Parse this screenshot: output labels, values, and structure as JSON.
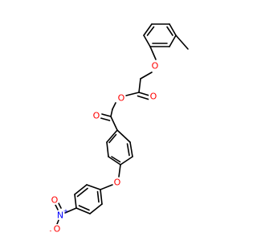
{
  "molecule": {
    "colors": {
      "bond": "#000000",
      "oxygen": "#ff0000",
      "nitrogen": "#0000ff"
    },
    "atoms": {
      "o_ether_top": {
        "text": "O",
        "element": "oxygen"
      },
      "o_carbonyl_ester": {
        "text": "O",
        "element": "oxygen"
      },
      "o_ester": {
        "text": "O",
        "element": "oxygen"
      },
      "o_ketone": {
        "text": "O",
        "element": "oxygen"
      },
      "o_ether_bottom": {
        "text": "O",
        "element": "oxygen"
      },
      "n_nitro": {
        "text": "N",
        "element": "nitrogen"
      },
      "n_charge": {
        "text": "+"
      },
      "o_nitro_double": {
        "text": "O",
        "element": "oxygen"
      },
      "o_nitro_single": {
        "text": "O",
        "element": "oxygen"
      },
      "o_nitro_charge": {
        "text": "-"
      }
    }
  }
}
